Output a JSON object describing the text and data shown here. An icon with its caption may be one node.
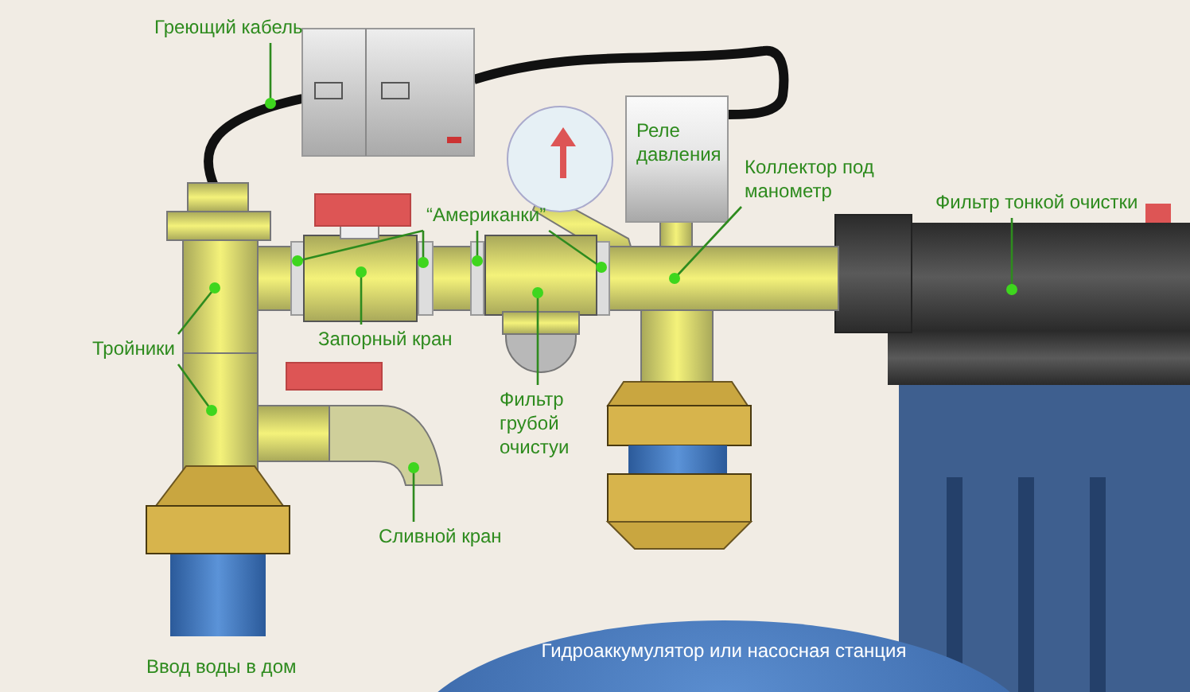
{
  "diagram": {
    "nodes": [
      {
        "text": [
          "Греющий кабель"
        ]
      },
      {
        "text": [
          "Реле давления"
        ]
      },
      {
        "text": [
          "Коллектор под манометр"
        ]
      },
      {
        "text": [
          "Фильтр тонкой очистки"
        ]
      },
      {
        "text": [
          "“Американки”"
        ]
      },
      {
        "text": [
          "Тройники"
        ]
      },
      {
        "text": [
          "Запорный кран"
        ]
      },
      {
        "text": [
          "Фильтр грубой очистуи"
        ]
      },
      {
        "text": [
          "Сливной кран"
        ]
      },
      {
        "text": [
          "Гидроаккумулятор или насосная станция"
        ]
      }
    ],
    "edges": [
      {
        "from": 0,
        "to": null,
        "arrow": "other"
      },
      {
        "from": 2,
        "to": null,
        "arrow": "other"
      },
      {
        "from": 3,
        "to": null,
        "arrow": "other"
      },
      {
        "from": 4,
        "to": null,
        "arrow": "other"
      },
      {
        "from": 4,
        "to": null,
        "arrow": "other"
      },
      {
        "from": 4,
        "to": null,
        "arrow": "other"
      },
      {
        "from": 4,
        "to": null,
        "arrow": "other"
      },
      {
        "from": 5,
        "to": null,
        "arrow": "other"
      },
      {
        "from": 5,
        "to": null,
        "arrow": "other"
      },
      {
        "from": 6,
        "to": null,
        "arrow": "other"
      },
      {
        "from": 7,
        "to": null,
        "arrow": "other"
      },
      {
        "from": 8,
        "to": null,
        "arrow": "other"
      }
    ],
    "labels": [
      "Ввод воды в дом"
    ]
  }
}
